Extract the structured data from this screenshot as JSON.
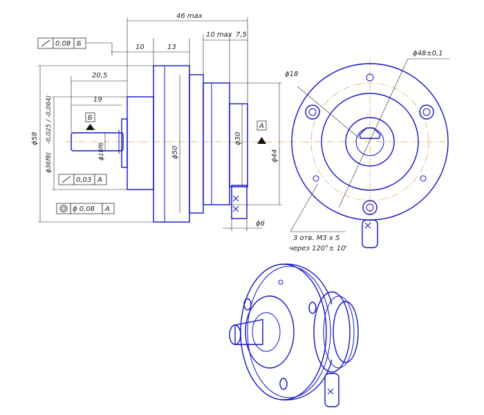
{
  "colors": {
    "part_outline": "#1010c8",
    "center_line": "#e0a040",
    "dimension": "#222222"
  },
  "dimensions": {
    "overall_length": "46 max",
    "step_10": "10",
    "step_13": "13",
    "flange_10max": "10 max",
    "flange_7_5": "7,5",
    "shaft_20_5": "20,5",
    "shaft_19": "19",
    "dia_58": "ϕ58",
    "dia_36": "ϕ36f8(",
    "dia_36_tol": "-0,025 / -0,064)",
    "dia_10": "ϕ10f6",
    "dia_50": "ϕ50",
    "dia_30": "ϕ30",
    "dia_44": "ϕ44",
    "dia_6": "ϕ6",
    "dia_18": "ϕ18",
    "dia_48": "ϕ48±0,1",
    "holes_line1": "3 отв. M3 x 5",
    "holes_line2": "через 120°± 10'"
  },
  "tolerances": {
    "runout_top_value": "0,08",
    "runout_top_datum": "Б",
    "runout_bottom_value": "0,03",
    "runout_bottom_datum": "А",
    "concentric_value": "ϕ 0,08",
    "concentric_datum": "А"
  },
  "datums": {
    "datum_b": "Б",
    "datum_a": "А"
  }
}
